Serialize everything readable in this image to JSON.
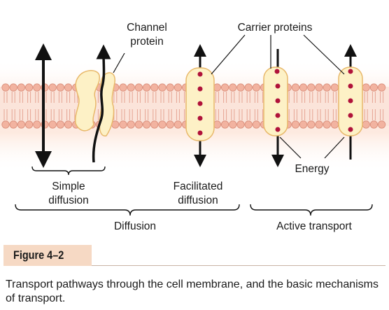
{
  "labels": {
    "channel_protein_line1": "Channel",
    "channel_protein_line2": "protein",
    "carrier_proteins": "Carrier proteins",
    "energy": "Energy",
    "simple_diffusion_line1": "Simple",
    "simple_diffusion_line2": "diffusion",
    "facilitated_diffusion_line1": "Facilitated",
    "facilitated_diffusion_line2": "diffusion",
    "diffusion": "Diffusion",
    "active_transport": "Active transport"
  },
  "figure": {
    "label": "Figure 4–2",
    "caption": "Transport pathways through the cell membrane, and the basic mechanisms of transport."
  },
  "colors": {
    "phospholipid_head": "#f2b3a0",
    "membrane_core": "#fbe9e2",
    "background_glow": "#fdeee6",
    "protein_fill": "#fdf1c6",
    "protein_stroke": "#e8b86a",
    "dot": "#b0123a",
    "figure_label_bg": "#f6d9c4"
  }
}
